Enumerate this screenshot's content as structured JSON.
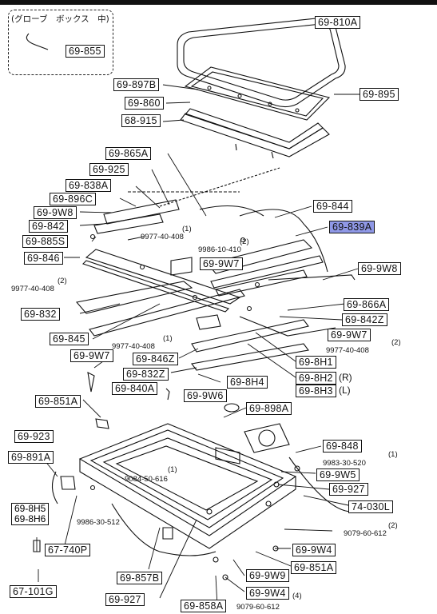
{
  "inset": {
    "caption": "(グローブ　ボックス　中)",
    "part": "69-855"
  },
  "labels": {
    "l69_810A": "69-810A",
    "l69_895": "69-895",
    "l69_897B": "69-897B",
    "l69_860": "69-860",
    "l68_915": "68-915",
    "l69_865A": "69-865A",
    "l69_925": "69-925",
    "l69_838A": "69-838A",
    "l69_896C": "69-896C",
    "l69_9W8a": "69-9W8",
    "l69_842": "69-842",
    "l69_885S": "69-885S",
    "l69_846": "69-846",
    "l69_844": "69-844",
    "l69_839A": "69-839A",
    "l69_9W7a": "69-9W7",
    "l69_9W8b": "69-9W8",
    "l69_866A": "69-866A",
    "l69_842Z": "69-842Z",
    "l69_832": "69-832",
    "l69_9W7b": "69-9W7",
    "l69_845": "69-845",
    "l69_9W7c": "69-9W7",
    "l69_846Z": "69-846Z",
    "l69_8H1": "69-8H1",
    "l69_832Z": "69-832Z",
    "l69_8H4": "69-8H4",
    "l69_8H2": "69-8H2",
    "l69_8H3": "69-8H3",
    "l69_840A": "69-840A",
    "l69_9W6": "69-9W6",
    "l69_851Aa": "69-851A",
    "l69_898A": "69-898A",
    "l69_923": "69-923",
    "l69_891A": "69-891A",
    "l69_848": "69-848",
    "l69_9W5": "69-9W5",
    "l69_927a": "69-927",
    "l74_030L": "74-030L",
    "l69_9W4a": "69-9W4",
    "l67_740P": "67-740P",
    "l69_857B": "69-857B",
    "l69_9W9": "69-9W9",
    "l69_851Ab": "69-851A",
    "l67_101G": "67-101G",
    "l69_927b": "69-927",
    "l69_9W4b": "69-9W4",
    "l69_858A": "69-858A",
    "l69_8H5": "69-8H5",
    "l69_8H6": "69-8H6"
  },
  "texts": {
    "t1": "(1)",
    "t1v": "9977-40-408",
    "t2": "(2)",
    "t2v": "9986-10-410",
    "t3": "(2)",
    "t3v": "9977-40-408",
    "t4": "(1)",
    "t4v": "9977-40-408",
    "t5": "(2)",
    "t5v": "9977-40-408",
    "t6": "(1)",
    "t6v": "9084-50-616",
    "t7": "(1)",
    "t7v": "9983-30-520",
    "t8": "9986-30-512",
    "t9": "(2)",
    "t9v": "9079-60-612",
    "t10": "(4)",
    "t10v": "9079-60-612",
    "r": "(R)",
    "l": "(L)"
  }
}
